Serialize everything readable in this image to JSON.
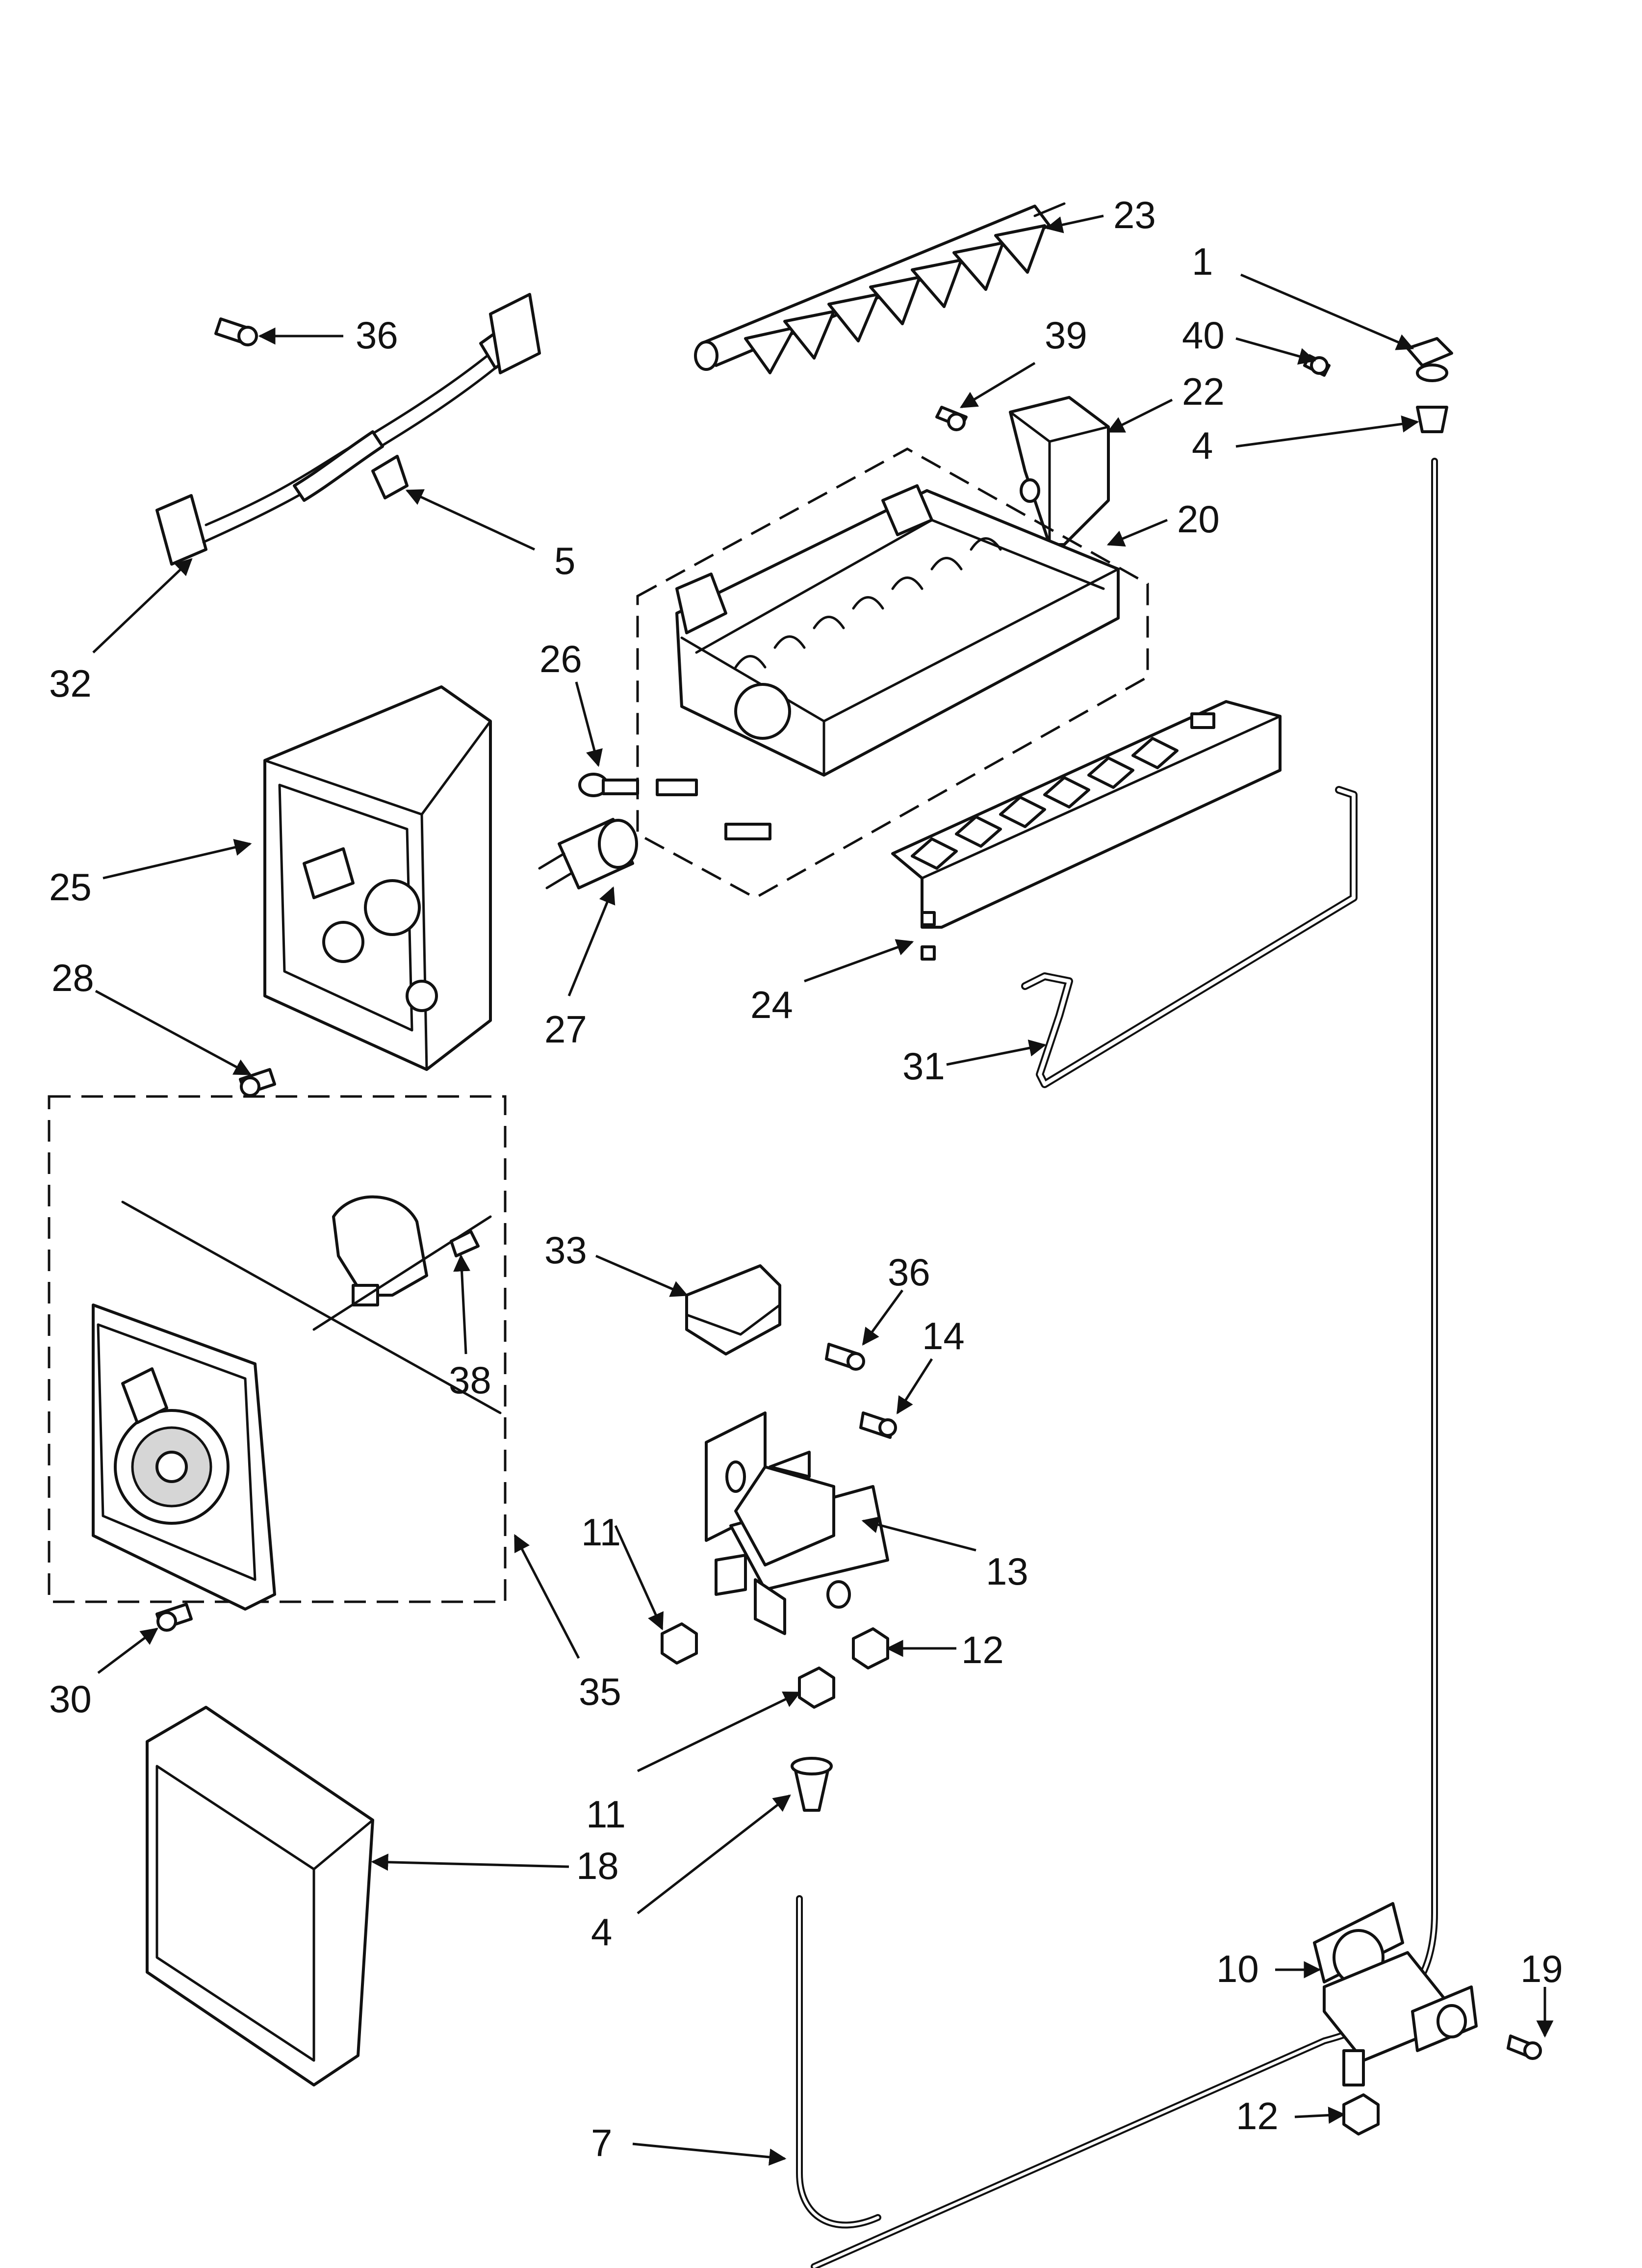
{
  "callouts": {
    "c23": "23",
    "c1": "1",
    "c36a": "36",
    "c39": "39",
    "c40": "40",
    "c22": "22",
    "c4a": "4",
    "c5": "5",
    "c20": "20",
    "c32": "32",
    "c26": "26",
    "c25": "25",
    "c28": "28",
    "c27": "27",
    "c24": "24",
    "c31": "31",
    "c33": "33",
    "c36b": "36",
    "c14": "14",
    "c38": "38",
    "c11a": "11",
    "c13": "13",
    "c12a": "12",
    "c30": "30",
    "c35": "35",
    "c11b": "11",
    "c18": "18",
    "c4b": "4",
    "c19": "19",
    "c10": "10",
    "c7": "7",
    "c12b": "12"
  }
}
